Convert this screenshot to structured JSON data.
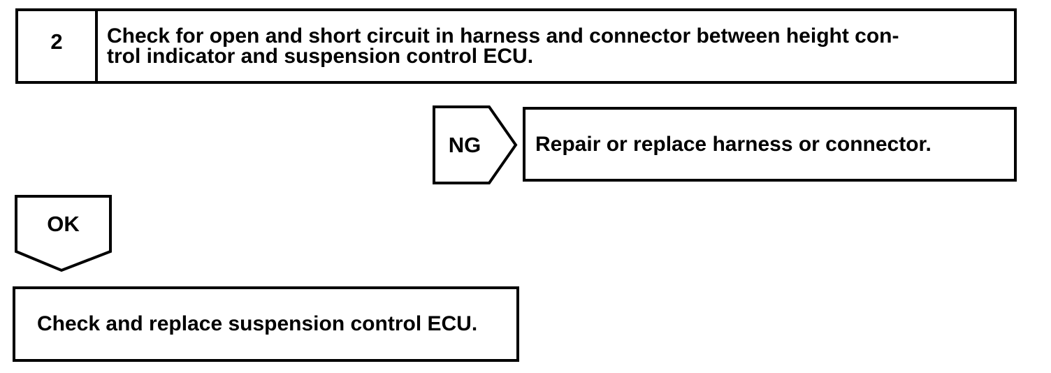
{
  "flowchart": {
    "step": {
      "number": "2",
      "instruction_line1": "Check for open and short circuit in harness and connector between height con-",
      "instruction_line2": "trol indicator and suspension control ECU."
    },
    "ng_branch": {
      "label": "NG",
      "action": "Repair or replace harness or connector."
    },
    "ok_branch": {
      "label": "OK",
      "action": "Check and replace suspension control ECU."
    },
    "colors": {
      "ink": "#000000",
      "background": "#ffffff"
    }
  }
}
